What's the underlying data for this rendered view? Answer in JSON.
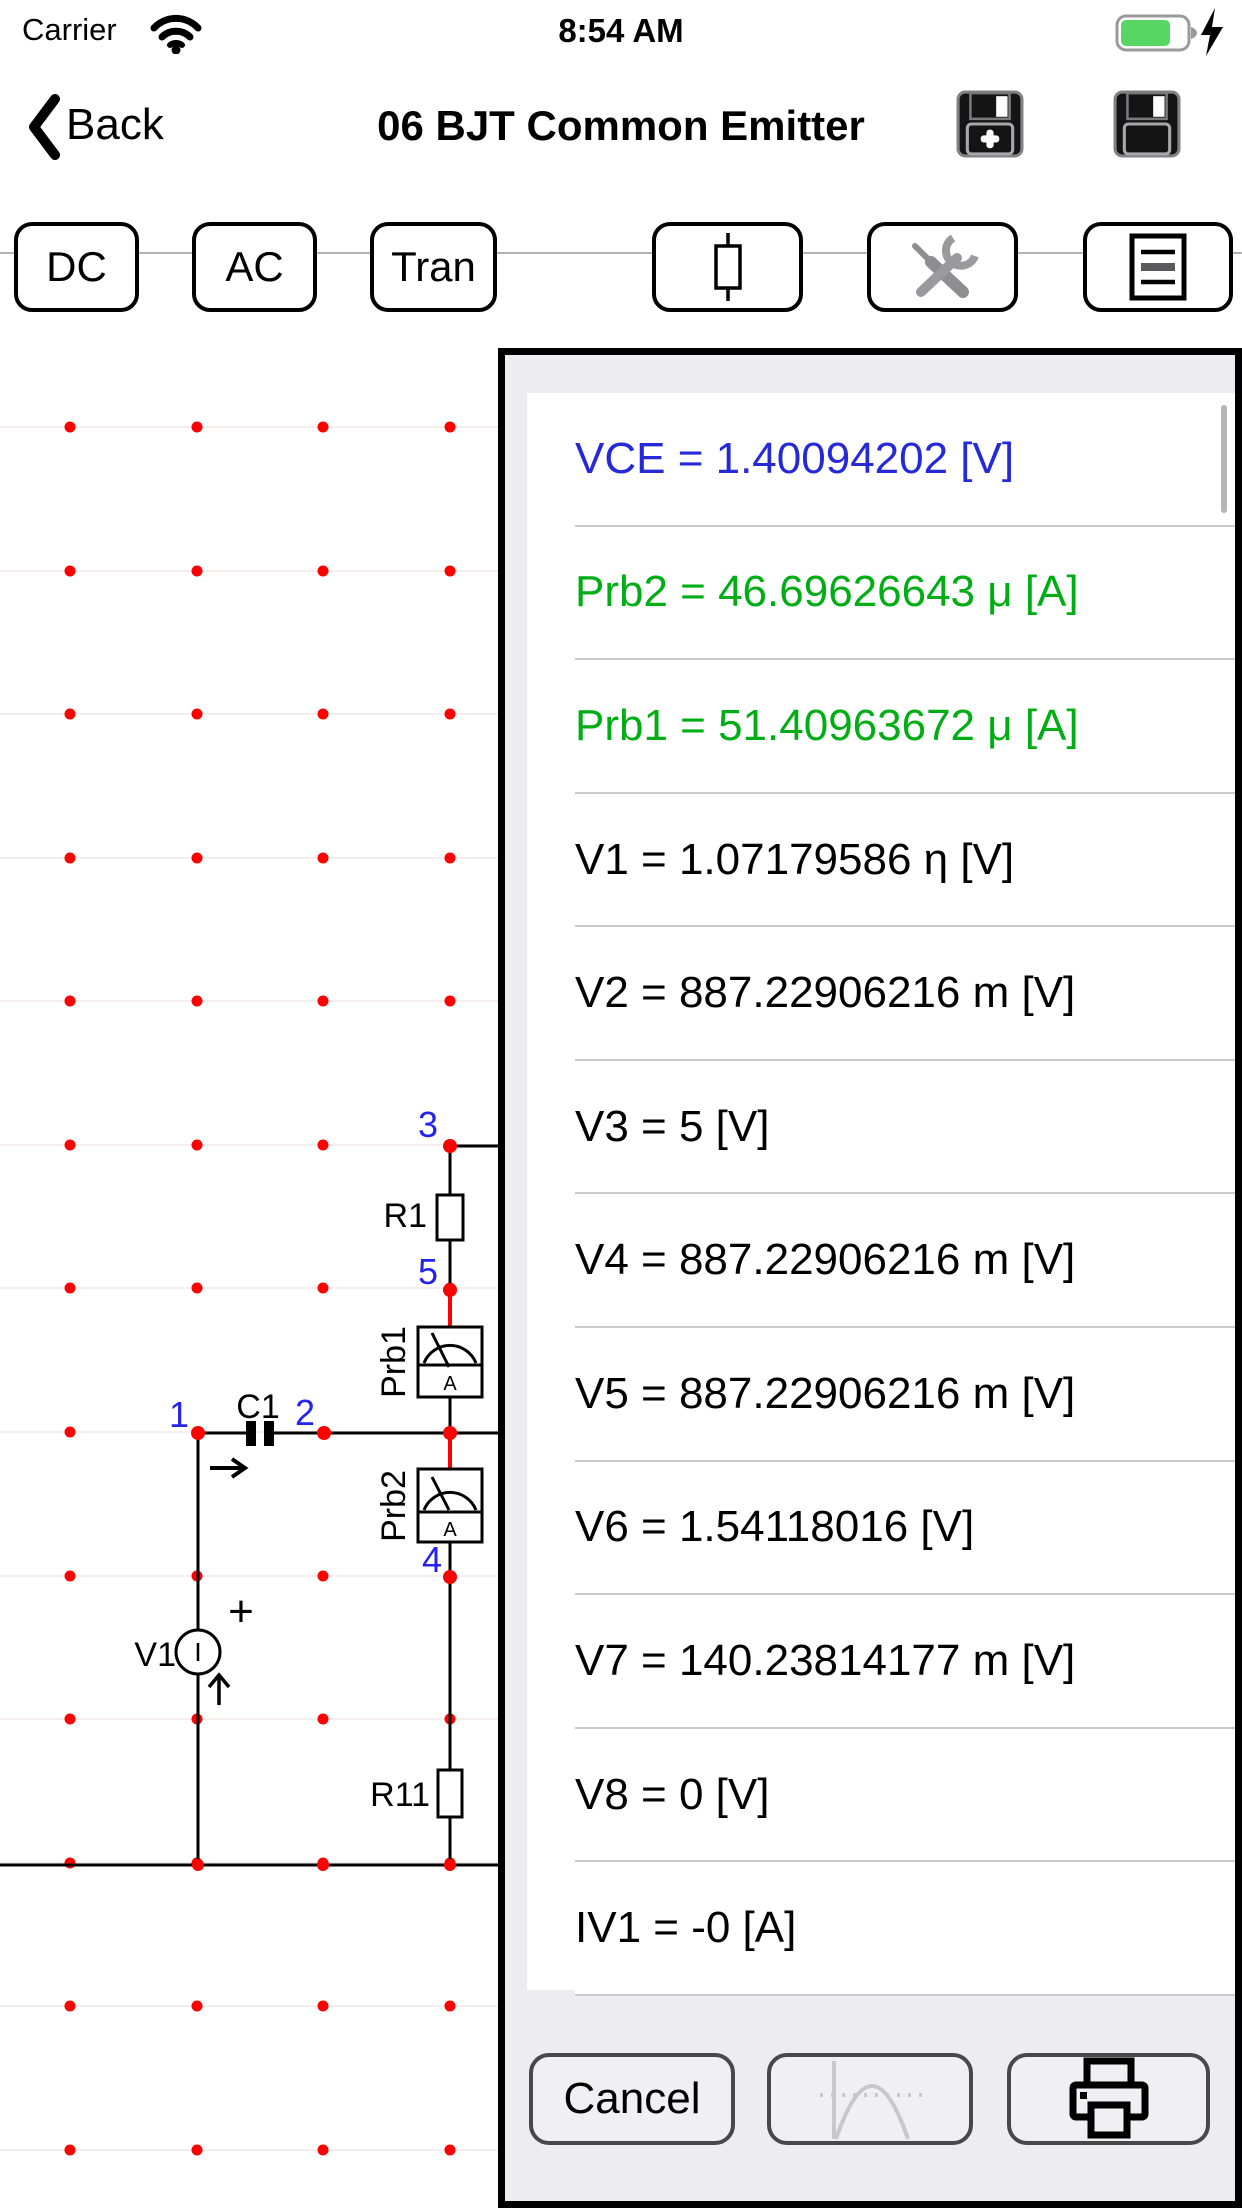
{
  "status_bar": {
    "carrier": "Carrier",
    "time": "8:54 AM"
  },
  "nav_bar": {
    "back_label": "Back",
    "title": "06 BJT Common Emitter"
  },
  "toolbar": {
    "dc": "DC",
    "ac": "AC",
    "tran": "Tran"
  },
  "canvas": {
    "node_labels": {
      "n1": "1",
      "n2": "2",
      "n3": "3",
      "n4": "4",
      "n5": "5"
    },
    "component_labels": {
      "r1": "R1",
      "c1": "C1",
      "v1": "V1",
      "r11": "R11",
      "prb1": "Prb1",
      "prb2": "Prb2",
      "meter_unit": "A",
      "plus": "+"
    },
    "grid_color": "#ff0000"
  },
  "results_panel": {
    "rows": [
      {
        "text": "VCE = 1.40094202 [V]",
        "color": "#2629d8"
      },
      {
        "text": "Prb2 = 46.69626643 μ [A]",
        "color": "#00ad14"
      },
      {
        "text": "Prb1 = 51.40963672 μ [A]",
        "color": "#00ad14"
      },
      {
        "text": "V1 = 1.07179586 η [V]",
        "color": "#000000"
      },
      {
        "text": "V2 = 887.22906216 m [V]",
        "color": "#000000"
      },
      {
        "text": "V3 = 5 [V]",
        "color": "#000000"
      },
      {
        "text": "V4 = 887.22906216 m [V]",
        "color": "#000000"
      },
      {
        "text": "V5 = 887.22906216 m [V]",
        "color": "#000000"
      },
      {
        "text": "V6 = 1.54118016 [V]",
        "color": "#000000"
      },
      {
        "text": "V7 = 140.23814177 m [V]",
        "color": "#000000"
      },
      {
        "text": "V8 = 0 [V]",
        "color": "#000000"
      },
      {
        "text": "IV1 = -0 [A]",
        "color": "#000000"
      }
    ],
    "footer": {
      "cancel": "Cancel"
    }
  }
}
